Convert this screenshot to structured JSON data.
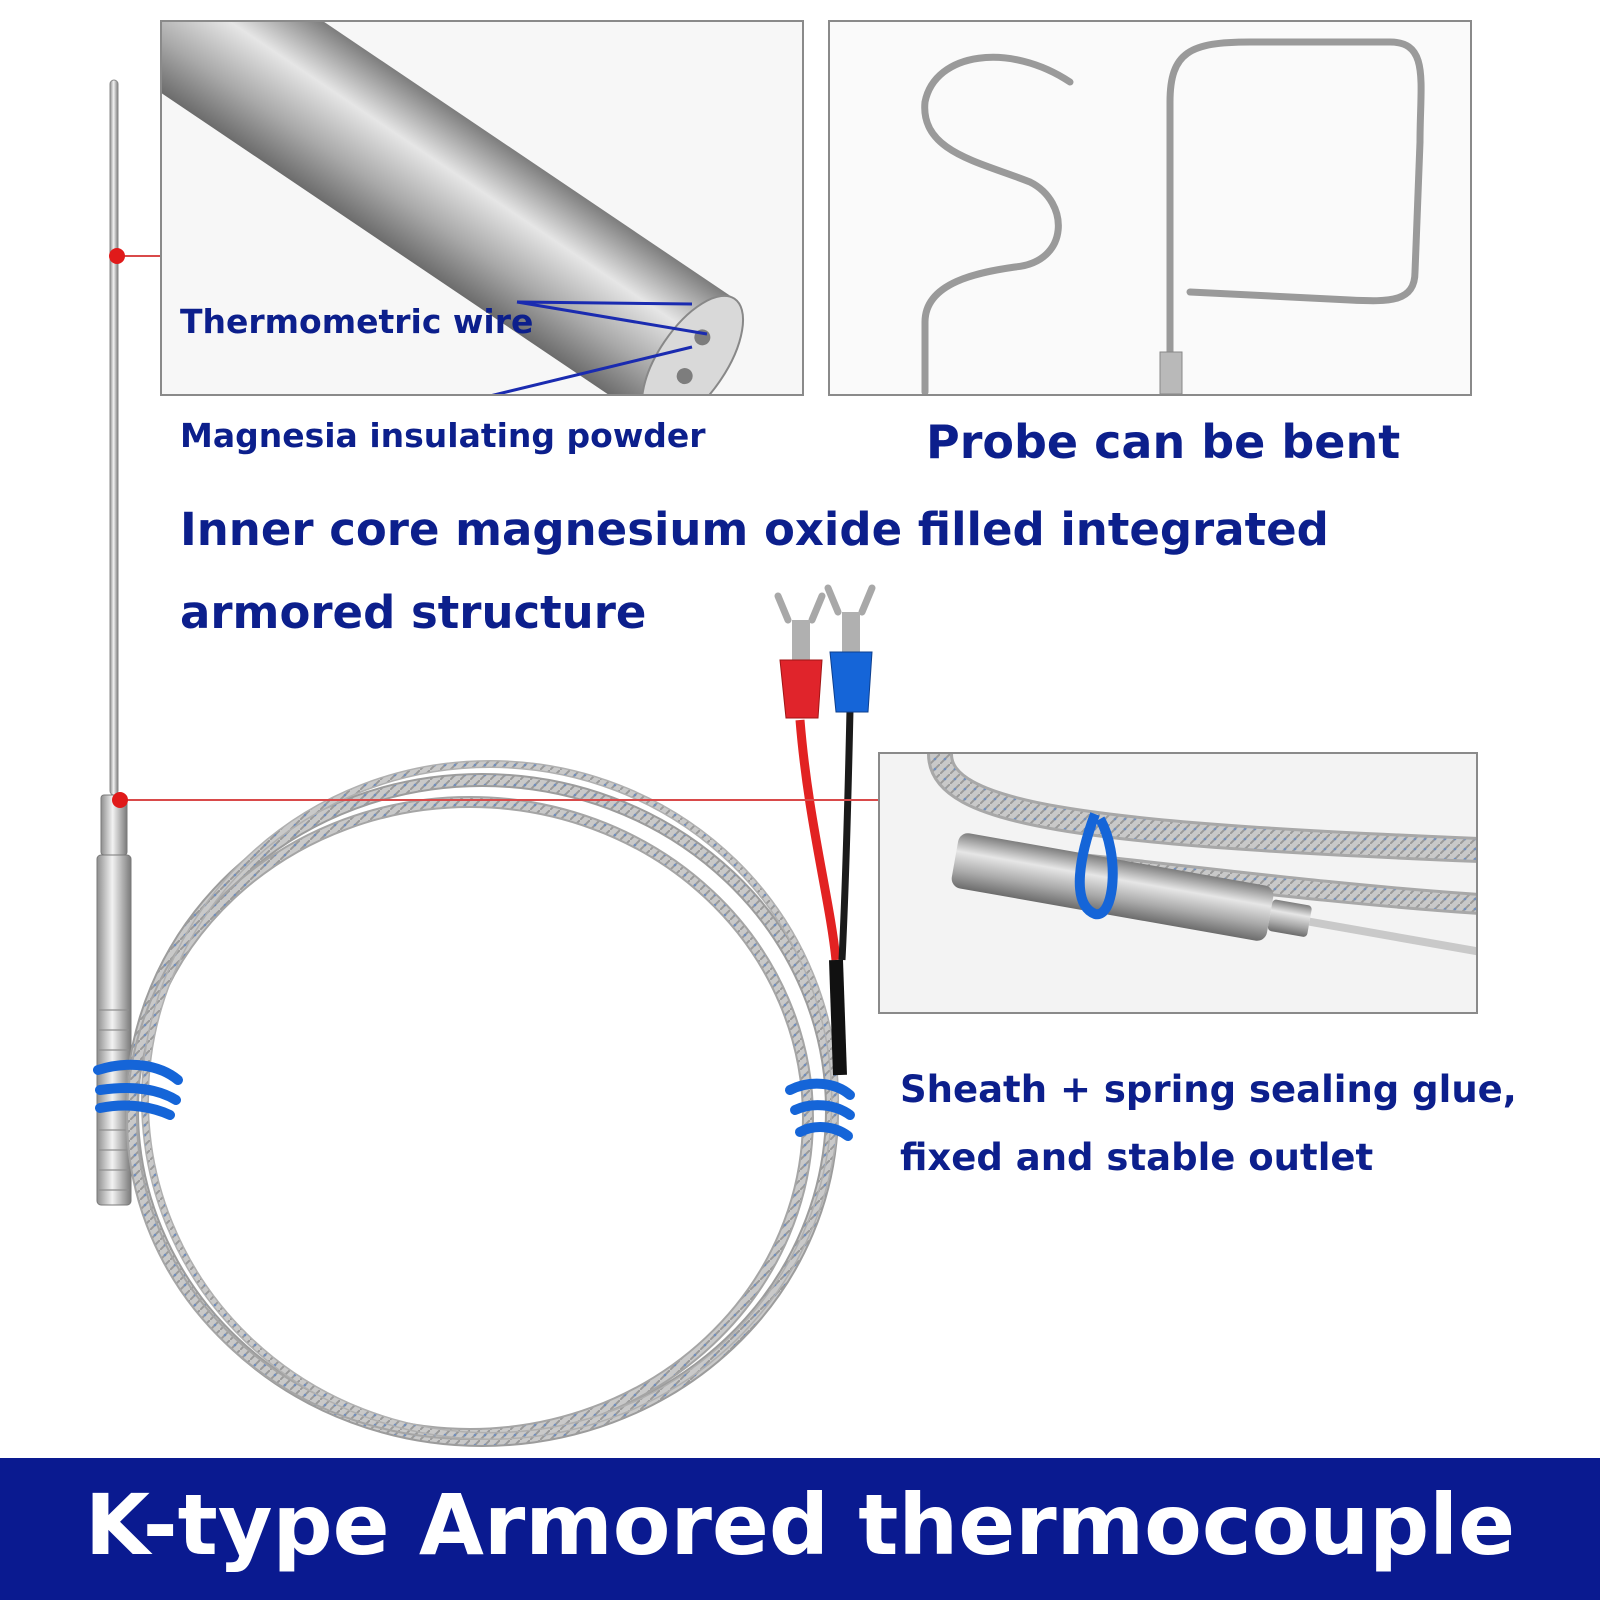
{
  "labels": {
    "thermometric_wire": "Thermometric wire",
    "magnesia_powder": "Magnesia insulating powder",
    "probe_bent": "Probe can be bent",
    "inner_core_line1": "Inner core magnesium oxide filled integrated",
    "inner_core_line2": "armored structure",
    "sheath_line1": "Sheath + spring sealing glue,",
    "sheath_line2": "fixed and stable outlet"
  },
  "banner": {
    "title": "K-type Armored thermocouple"
  },
  "colors": {
    "label_blue": "#0c1f8c",
    "banner_blue": "#0a1a90",
    "pointer_red": "#e01a1a",
    "wire_red": "#e22222",
    "terminal_blue": "#1565d8",
    "steel": "#b8b8b8"
  }
}
